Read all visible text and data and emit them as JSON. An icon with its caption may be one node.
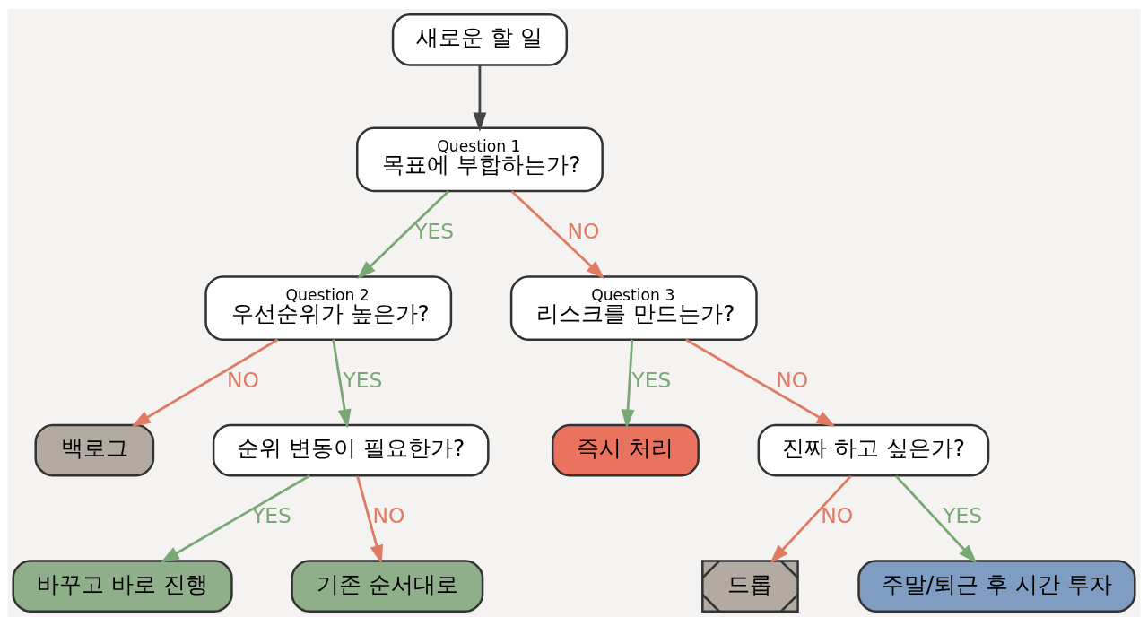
{
  "diagram": {
    "nodes": [
      {
        "text": [
          "새로운 할 일"
        ]
      },
      {
        "text": [
          "Question 1",
          "목표에 부합하는가?"
        ]
      },
      {
        "text": [
          "Question 2",
          "우선순위가 높은가?"
        ]
      },
      {
        "text": [
          "Question 3",
          "리스크를 만드는가?"
        ]
      },
      {
        "text": [
          "즉시 처리"
        ]
      },
      {
        "text": [
          "진짜 하고 싶은가?"
        ]
      },
      {
        "text": [
          "드롭"
        ]
      },
      {
        "text": [
          "주말/퇴근 후 시간 투자"
        ]
      },
      {
        "text": [
          "백로그"
        ]
      },
      {
        "text": [
          "순위 변동이 필요한가?"
        ]
      },
      {
        "text": [
          "바꾸고 바로 진행"
        ]
      },
      {
        "text": [
          "기존 순서대로"
        ]
      }
    ],
    "edges": [
      {
        "from": 0,
        "to": 1,
        "arrow": "to",
        "color": "#444444"
      },
      {
        "from": 1,
        "to": 2,
        "arrow": "to",
        "label": "YES",
        "color": "#7aa874"
      },
      {
        "from": 1,
        "to": 3,
        "arrow": "to",
        "label": "NO",
        "color": "#e07a62"
      },
      {
        "from": 3,
        "to": 4,
        "arrow": "to",
        "label": "YES",
        "color": "#7aa874"
      },
      {
        "from": 3,
        "to": 5,
        "arrow": "to",
        "label": "NO",
        "color": "#e07a62"
      },
      {
        "from": 5,
        "to": 6,
        "arrow": "to",
        "label": "NO",
        "color": "#e07a62"
      },
      {
        "from": 5,
        "to": 7,
        "arrow": "to",
        "label": "YES",
        "color": "#7aa874"
      },
      {
        "from": 2,
        "to": 8,
        "arrow": "to",
        "label": "NO",
        "color": "#e07a62"
      },
      {
        "from": 2,
        "to": 9,
        "arrow": "to",
        "label": "YES",
        "color": "#7aa874"
      },
      {
        "from": 9,
        "to": 10,
        "arrow": "to",
        "label": "YES",
        "color": "#7aa874"
      },
      {
        "from": 9,
        "to": 11,
        "arrow": "to",
        "label": "NO",
        "color": "#e07a62"
      }
    ]
  }
}
